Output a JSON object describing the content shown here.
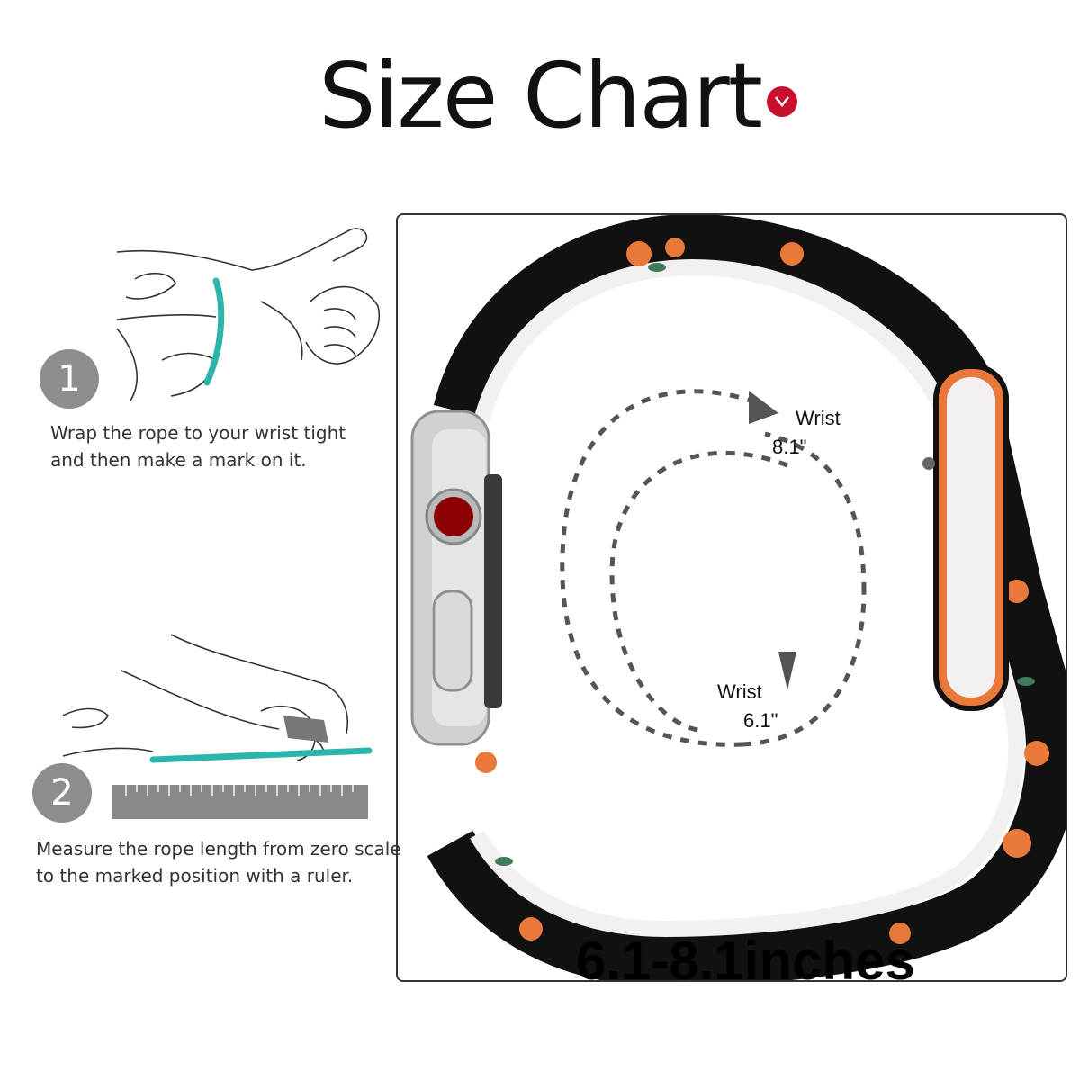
{
  "header": {
    "title": "Size Chart",
    "badge_icon": "chevron-down-icon",
    "badge_color": "#c8102e"
  },
  "steps": [
    {
      "number": "1",
      "line1": "Wrap the rope to your wrist tight",
      "line2": "and then make a mark on it."
    },
    {
      "number": "2",
      "line1": "Measure the rope length from zero scale",
      "line2": "to the marked position with a ruler."
    }
  ],
  "diagram": {
    "outer_label": "Wrist",
    "outer_value": "8.1\"",
    "inner_label": "Wrist",
    "inner_value": "6.1\"",
    "range": "6.1-8.1inches"
  },
  "colors": {
    "rope": "#2bb5ad",
    "band_dark": "#111111",
    "flower": "#e8793a",
    "crown": "#8b0000"
  }
}
